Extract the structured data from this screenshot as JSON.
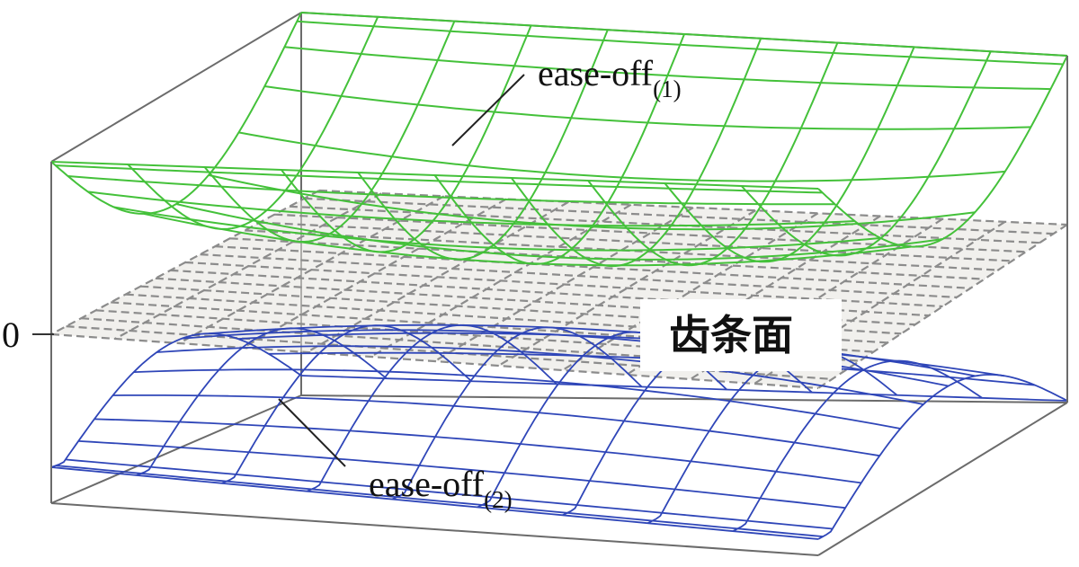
{
  "axis": {
    "zero_tick_label": "0"
  },
  "surfaces": {
    "upper": {
      "label_base": "ease-off",
      "label_subscript": "(1)",
      "color": "#44c13a"
    },
    "lower": {
      "label_base": "ease-off",
      "label_subscript": "(2)",
      "color": "#2f46b8"
    },
    "plane": {
      "label": "齿条面",
      "color": "#8c8c8c"
    }
  },
  "box_color": "#6b6b6b"
}
